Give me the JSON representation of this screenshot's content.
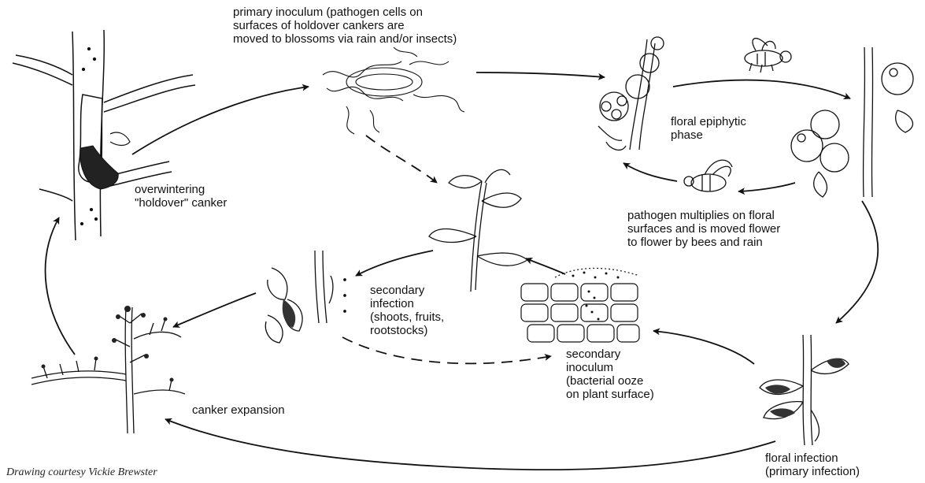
{
  "labels": {
    "primary_inoculum": [
      "primary inoculum (pathogen cells on",
      "surfaces of holdover cankers are",
      "moved to blossoms via rain and/or insects)"
    ],
    "floral_epiphytic": [
      "floral epiphytic",
      "phase"
    ],
    "pathogen_multiplies": [
      "pathogen multiplies on floral",
      "surfaces and is moved flower",
      "to flower by bees and rain"
    ],
    "overwintering": [
      "overwintering",
      "\"holdover\" canker"
    ],
    "secondary_infection": [
      "secondary",
      "infection",
      "(shoots, fruits,",
      "rootstocks)"
    ],
    "secondary_inoculum": [
      "secondary",
      "inoculum",
      "(bacterial ooze",
      "on plant surface)"
    ],
    "canker_expansion": [
      "canker expansion"
    ],
    "floral_infection": [
      "floral infection",
      "(primary infection)"
    ],
    "credit": "Drawing courtesy Vickie Brewster"
  },
  "illustrations": [
    "tree-trunk-canker",
    "bacterial-ooze-strands",
    "flower-cluster-branch",
    "bee",
    "blossoming-branch",
    "bee-on-blossom",
    "leafy-shoot",
    "wilted-shoot",
    "bacterial-ooze-cells",
    "infected-flower-branch",
    "cankered-branch"
  ]
}
